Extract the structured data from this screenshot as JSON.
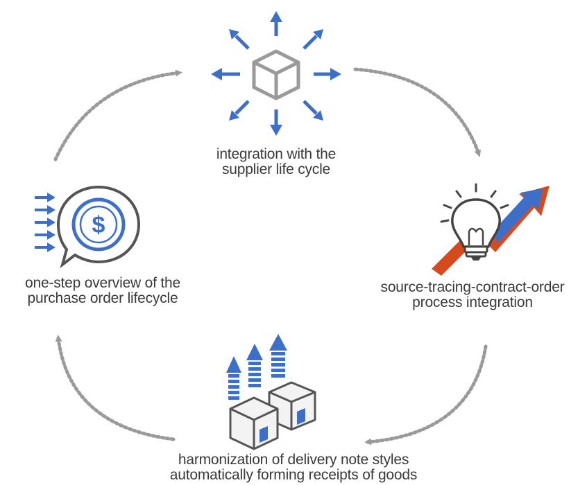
{
  "nodes": {
    "top": {
      "line1": "integration with the",
      "line2": "supplier life cycle",
      "icon": "cube-with-outward-arrows-icon"
    },
    "right": {
      "line1": "source-tracing-contract-order",
      "line2": "process integration",
      "icon": "lightbulb-with-rising-arrow-icon"
    },
    "bottom": {
      "line1": "harmonization of delivery note styles",
      "line2": "automatically forming receipts of goods",
      "icon": "warehouses-with-up-arrows-icon"
    },
    "left": {
      "line1": "one-step overview of the",
      "line2": "purchase order lifecycle",
      "icon": "dollar-speech-bubble-icon"
    }
  },
  "colors": {
    "blue": "#3d6fc9",
    "gray": "#9a9a9a",
    "dark": "#555555",
    "orange": "#d64a1f",
    "text": "#3a3a3a"
  }
}
